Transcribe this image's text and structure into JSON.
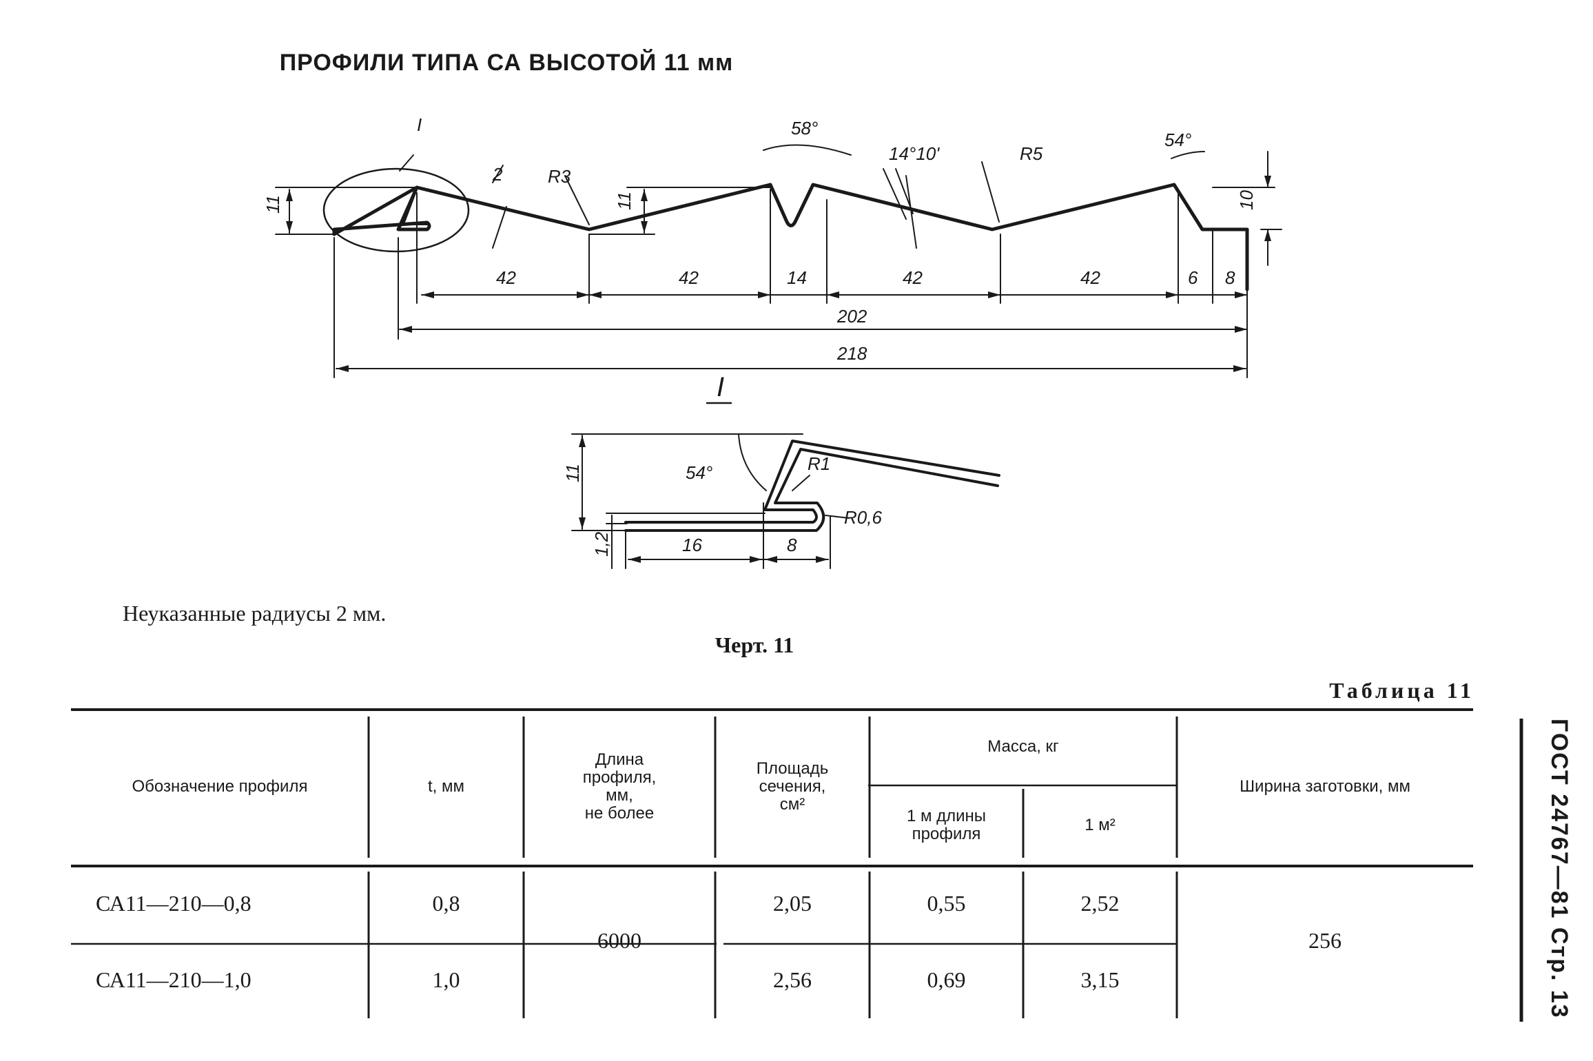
{
  "title": "ПРОФИЛИ ТИПА СА ВЫСОТОЙ 11 мм",
  "drawing": {
    "view_marker": "I",
    "main_labels": {
      "callout": "I",
      "height_left": "11",
      "height_mid": "11",
      "height_right": "10",
      "thickness": "2",
      "radius_left": "R3",
      "radius_right": "R5",
      "angle_top": "58°",
      "angle_mid": "14°10'",
      "angle_right": "54°",
      "dim_a": "42",
      "dim_b": "42",
      "dim_c": "14",
      "dim_d": "42",
      "dim_e": "42",
      "dim_f": "6",
      "dim_g": "8",
      "total_inner": "202",
      "total_outer": "218"
    },
    "detail_labels": {
      "height": "11",
      "thickness": "1,2",
      "angle": "54°",
      "radius_inner": "R1",
      "radius_outer": "R0,6",
      "dim_left": "16",
      "dim_right": "8"
    }
  },
  "note": "Неуказанные радиусы 2 мм.",
  "caption": "Черт. 11",
  "table_label": "Таблица 11",
  "table": {
    "headers": {
      "designation": "Обозначение профиля",
      "thickness": "t, мм",
      "length_l1": "Длина",
      "length_l2": "профиля,",
      "length_l3": "мм,",
      "length_l4": "не более",
      "area_l1": "Площадь",
      "area_l2": "сечения,",
      "area_l3": "см²",
      "mass": "Масса, кг",
      "mass_per_m_l1": "1 м длины",
      "mass_per_m_l2": "профиля",
      "mass_per_m2": "1 м²",
      "blank_width": "Ширина заготовки, мм"
    },
    "rows": [
      {
        "designation": "СА11—210—0,8",
        "thickness": "0,8",
        "length": "6000",
        "area": "2,05",
        "mass_m": "0,55",
        "mass_m2": "2,52",
        "width": "256"
      },
      {
        "designation": "СА11—210—1,0",
        "thickness": "1,0",
        "area": "2,56",
        "mass_m": "0,69",
        "mass_m2": "3,15"
      }
    ]
  },
  "side_header": "ГОСТ 24767—81 Стр. 13"
}
